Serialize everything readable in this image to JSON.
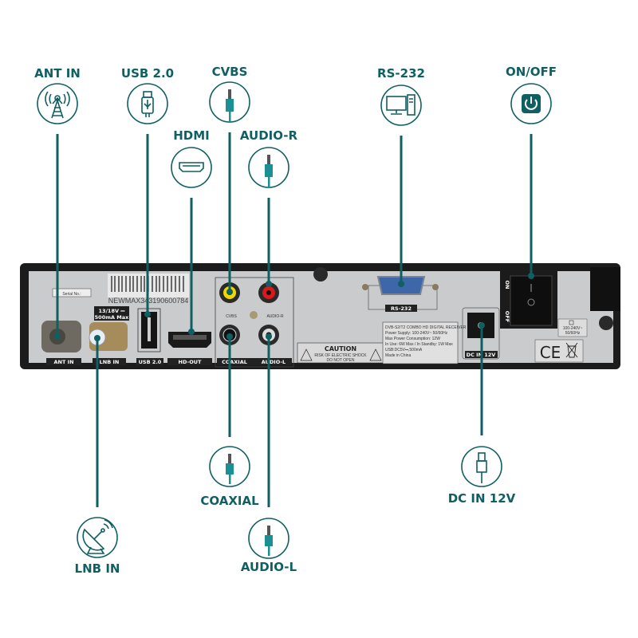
{
  "callouts": {
    "ant_in": "ANT IN",
    "usb": "USB 2.0",
    "cvbs": "CVBS",
    "hdmi": "HDMI",
    "audio_r": "AUDIO-R",
    "rs232": "RS-232",
    "on_off": "ON/OFF",
    "coaxial": "COAXIAL",
    "audio_l": "AUDIO-L",
    "dc_in": "DC IN 12V",
    "lnb_in": "LNB IN"
  },
  "panel": {
    "serial_label": "Serial No.:",
    "serial_number": "NEWMAX343190600784",
    "lnb_spec_1": "13/18V ⎓",
    "lnb_spec_2": "500mA Max",
    "port_ant_in": "ANT IN",
    "port_lnb_in": "LNB IN",
    "port_usb": "USB 2.0",
    "port_hd_out": "HD-OUT",
    "port_coaxial": "COAXIAL",
    "port_audio_l": "AUDIO-L",
    "port_cvbs": "CVBS",
    "port_audio_r": "AUDIO-R",
    "port_rs232": "RS-232",
    "port_dc_in": "DC IN 12V",
    "switch_on": "ON",
    "switch_off": "OFF",
    "caution_title": "CAUTION",
    "caution_line1": "RISK OF ELECTRIC SHOCK",
    "caution_line2": "DO NOT OPEN",
    "spec_lines": [
      "DVB-S2/T2 COMBO HD DIGITAL RECEIVER",
      "Power Supply: 100-240V~ 50/60Hz",
      "Max Power Consumption: 12W",
      "In Use: 6W Max / In Standby: 1W Max",
      "USB:DC5V⎓,500mA",
      "Made in China"
    ],
    "voltage_label_1": "100-240V~",
    "voltage_label_2": "50/60Hz",
    "ce_mark": "CE"
  },
  "colors": {
    "accent": "#0f5f63",
    "cable": "#1a8f94"
  }
}
